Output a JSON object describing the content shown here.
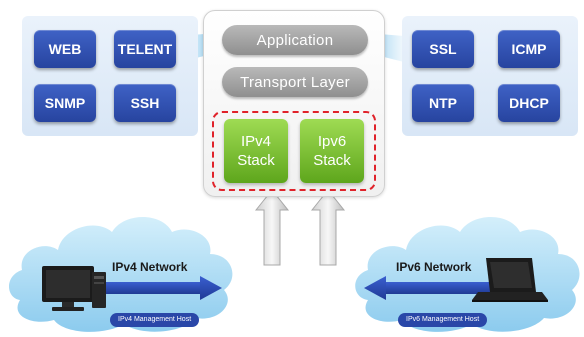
{
  "left_services": [
    "WEB",
    "TELENT",
    "SNMP",
    "SSH"
  ],
  "right_services": [
    "SSL",
    "ICMP",
    "NTP",
    "DHCP"
  ],
  "stack": {
    "application": "Application",
    "transport": "Transport Layer",
    "ipv4": [
      "IPv4",
      "Stack"
    ],
    "ipv6": [
      "Ipv6",
      "Stack"
    ]
  },
  "networks": {
    "left": {
      "name": "IPv4 Network",
      "host": "IPv4 Management Host"
    },
    "right": {
      "name": "IPv6 Network",
      "host": "IPv6 Management Host"
    }
  },
  "colors": {
    "service_blue": "#2f4fb5",
    "stack_green": "#6cb52a",
    "dash_red": "#e0222a",
    "cloud_blue": "#8fd0f0"
  }
}
